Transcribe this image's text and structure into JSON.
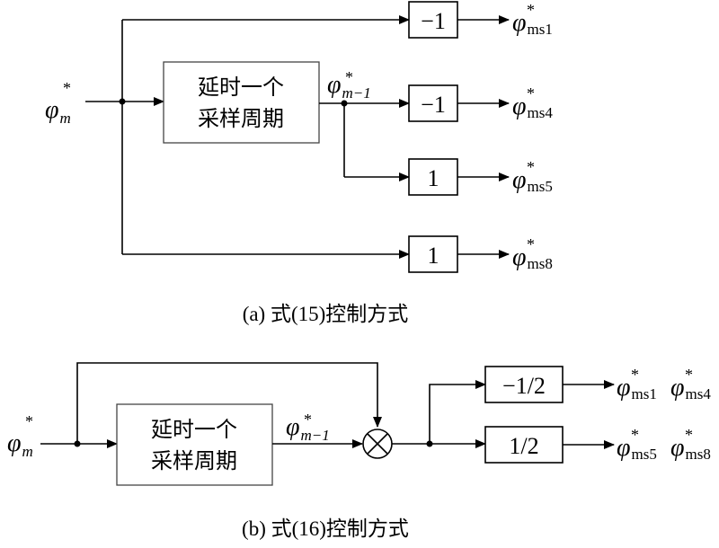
{
  "diagram_a": {
    "caption": "(a)  式(15)控制方式",
    "input": {
      "symbol": "φ",
      "sub": "m",
      "sup": "*"
    },
    "delay_block": {
      "line1": "延时一个",
      "line2": "采样周期"
    },
    "delayed_signal": {
      "symbol": "φ",
      "sub": "m−1",
      "sup": "*"
    },
    "gains": [
      {
        "label": "−1",
        "output": {
          "symbol": "φ",
          "sub": "ms1",
          "sup": "*"
        }
      },
      {
        "label": "−1",
        "output": {
          "symbol": "φ",
          "sub": "ms4",
          "sup": "*"
        }
      },
      {
        "label": "1",
        "output": {
          "symbol": "φ",
          "sub": "ms5",
          "sup": "*"
        }
      },
      {
        "label": "1",
        "output": {
          "symbol": "φ",
          "sub": "ms8",
          "sup": "*"
        }
      }
    ]
  },
  "diagram_b": {
    "caption": "(b)  式(16)控制方式",
    "input": {
      "symbol": "φ",
      "sub": "m",
      "sup": "*"
    },
    "delay_block": {
      "line1": "延时一个",
      "line2": "采样周期"
    },
    "delayed_signal": {
      "symbol": "φ",
      "sub": "m−1",
      "sup": "*"
    },
    "multiplier_symbol": "×",
    "gains": [
      {
        "label": "−1/2",
        "outputs": [
          {
            "symbol": "φ",
            "sub": "ms1",
            "sup": "*"
          },
          {
            "symbol": "φ",
            "sub": "ms4",
            "sup": "*"
          }
        ]
      },
      {
        "label": "1/2",
        "outputs": [
          {
            "symbol": "φ",
            "sub": "ms5",
            "sup": "*"
          },
          {
            "symbol": "φ",
            "sub": "ms8",
            "sup": "*"
          }
        ]
      }
    ]
  }
}
